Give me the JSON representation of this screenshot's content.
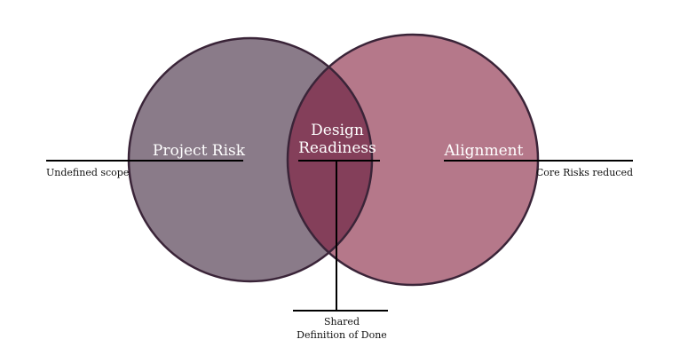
{
  "colors": {
    "left_circle": "#8a7b89",
    "right_circle": "#b5788a",
    "overlap": "#843f5a",
    "outline": "#3a2438",
    "leader_line": "#000000",
    "label_text": "#ffffff"
  },
  "circles": {
    "left": {
      "label": "Project Risk"
    },
    "right": {
      "label": "Alignment"
    },
    "overlap": {
      "label_line1": "Design",
      "label_line2": "Readiness"
    }
  },
  "annotations": {
    "left": "Undefined scope",
    "right": "Core Risks reduced",
    "bottom_line1": "Shared",
    "bottom_line2": "Definition of Done"
  }
}
